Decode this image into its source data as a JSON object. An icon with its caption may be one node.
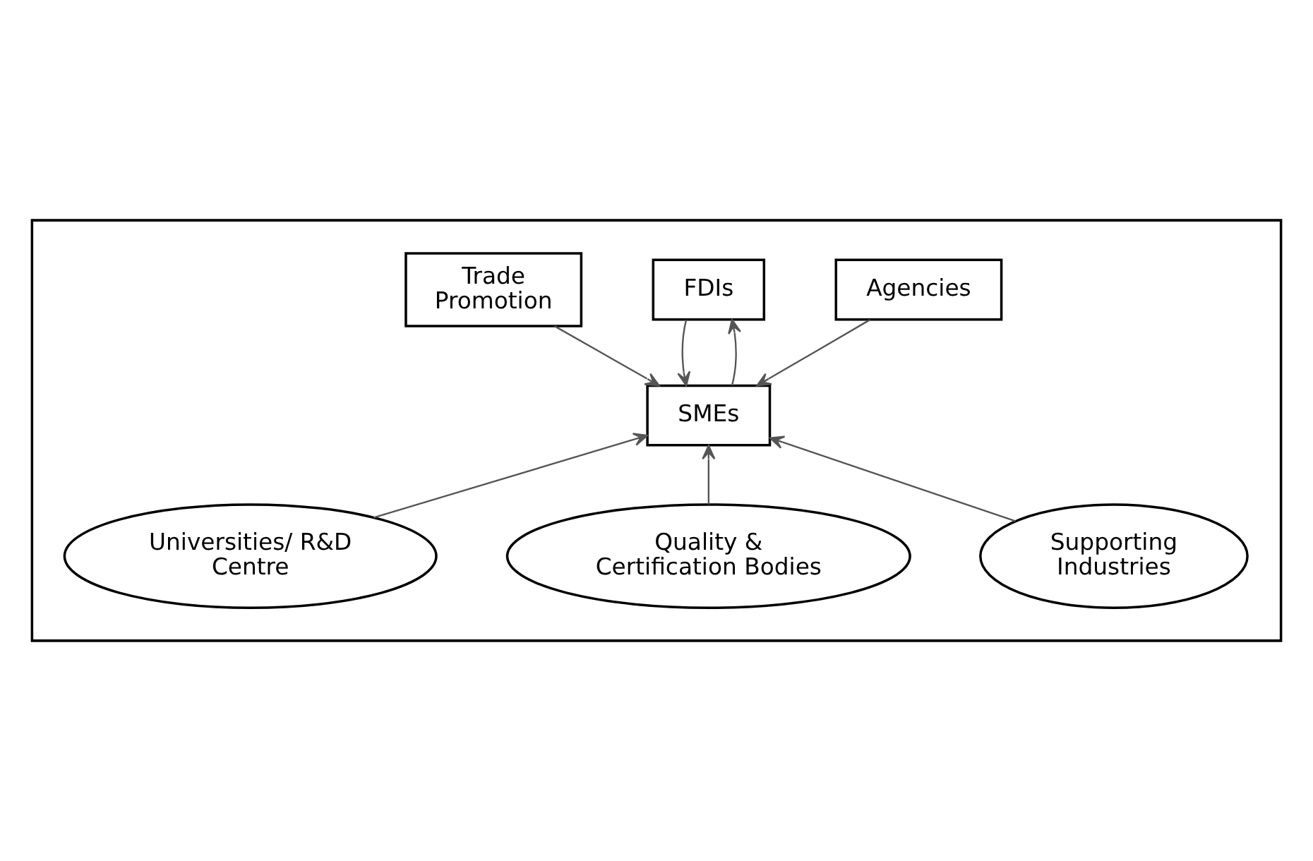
{
  "diagram": {
    "nodes": [
      {
        "text": [],
        "shape": "box"
      },
      {
        "text": [
          "FDIs"
        ],
        "in": 0
      },
      {
        "text": [
          "Trade Promotion"
        ],
        "in": 0
      },
      {
        "text": [
          "Agencies"
        ],
        "in": 0
      },
      {
        "text": [
          "SMEs"
        ],
        "in": 0
      },
      {
        "text": [
          "Universities/ R&D Centre"
        ],
        "in": 0
      },
      {
        "text": [
          "Supporting Industries"
        ],
        "in": 0
      },
      {
        "text": [
          "Quality & Certification Bodies"
        ],
        "in": 0
      }
    ],
    "edges": [
      {
        "from": 2,
        "to": 4,
        "arrow": "to"
      },
      {
        "from": 1,
        "to": 4,
        "arrow": "to"
      },
      {
        "from": 4,
        "to": 1,
        "arrow": "to"
      },
      {
        "from": 3,
        "to": 4,
        "arrow": "to"
      },
      {
        "from": 5,
        "to": 4,
        "arrow": "to"
      },
      {
        "from": 7,
        "to": 4,
        "arrow": "to"
      },
      {
        "from": 6,
        "to": 4,
        "arrow": "to"
      }
    ]
  }
}
